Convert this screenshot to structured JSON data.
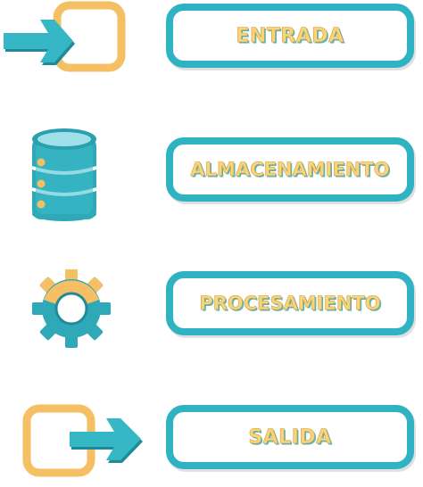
{
  "steps": [
    {
      "label": "ENTRADA",
      "icon": "entrance-arrow-icon"
    },
    {
      "label": "ALMACENAMIENTO",
      "icon": "database-icon"
    },
    {
      "label": "PROCESAMIENTO",
      "icon": "gear-icon"
    },
    {
      "label": "SALIDA",
      "icon": "exit-arrow-icon"
    }
  ],
  "colors": {
    "teal": "#2fb3c2",
    "yellow": "#f7c56a",
    "text_fill": "#f7d57a"
  }
}
